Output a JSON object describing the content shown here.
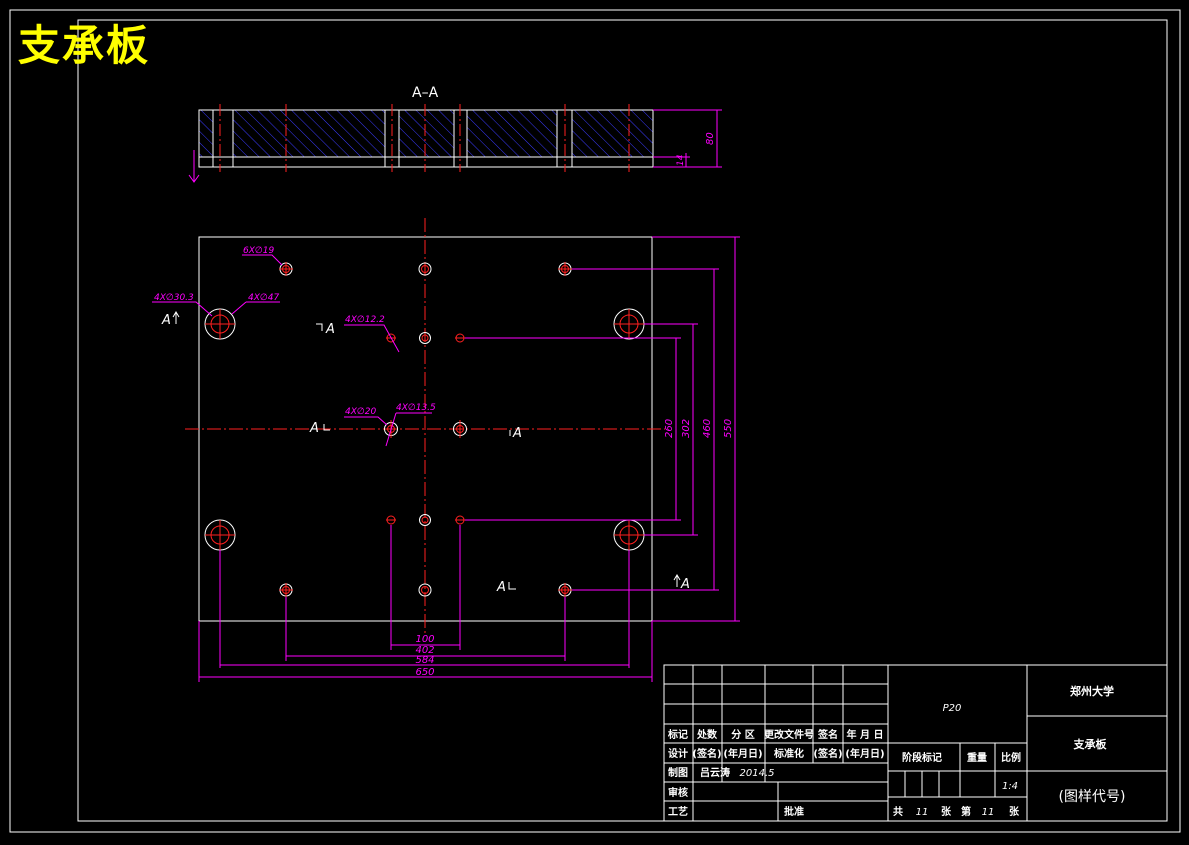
{
  "drawing": {
    "title": "支承板",
    "section_view_title": "A–A",
    "colors": {
      "background": "#000000",
      "outline": "#ffffff",
      "dimension": "#ff00ff",
      "centerline": "#ff2020",
      "hatch": "#3a3aff",
      "title_text": "#ffff00"
    }
  },
  "section_dims": [
    {
      "id": "sec-height",
      "text": "80"
    },
    {
      "id": "sec-step",
      "text": "14"
    }
  ],
  "hole_callouts": [
    {
      "id": "six-19",
      "text": "6X∅19"
    },
    {
      "id": "four-30-3",
      "text": "4X∅30.3"
    },
    {
      "id": "four-47",
      "text": "4X∅47"
    },
    {
      "id": "four-12-2",
      "text": "4X∅12.2"
    },
    {
      "id": "four-20",
      "text": "4X∅20"
    },
    {
      "id": "four-13-5",
      "text": "4X∅13.5"
    }
  ],
  "section_marks": [
    {
      "id": "upper-left",
      "text": "A"
    },
    {
      "id": "mid-upper",
      "text": "A"
    },
    {
      "id": "center-left",
      "text": "A"
    },
    {
      "id": "center-right",
      "text": "A"
    },
    {
      "id": "lower-center",
      "text": "A"
    },
    {
      "id": "lower-right",
      "text": "A"
    }
  ],
  "plan_dims": {
    "vertical": [
      {
        "id": "v260",
        "text": "260"
      },
      {
        "id": "v302",
        "text": "302"
      },
      {
        "id": "v460",
        "text": "460"
      },
      {
        "id": "v550",
        "text": "550"
      }
    ],
    "horizontal": [
      {
        "id": "h100",
        "text": "100"
      },
      {
        "id": "h402",
        "text": "402"
      },
      {
        "id": "h584",
        "text": "584"
      },
      {
        "id": "h650",
        "text": "650"
      }
    ]
  },
  "title_block": {
    "left_grid": {
      "header": [
        "标记",
        "处数",
        "分  区",
        "更改文件号",
        "签名",
        "年 月 日"
      ],
      "row_design": [
        "设计",
        "(签名)",
        "(年月日)",
        "标准化",
        "(签名)",
        "(年月日)"
      ],
      "row_draw": [
        "制图",
        "吕云涛",
        "2014.5"
      ],
      "review": "审核",
      "craft": "工艺",
      "approve": "批准"
    },
    "middle": {
      "material": "P20",
      "stage_mark": "阶段标记",
      "weight": "重量",
      "scale_label": "比例",
      "scale": "1:4",
      "sheets_total_label": "共",
      "sheets_total": "11",
      "sheets_unit": "张",
      "sheet_no_label": "第",
      "sheet_no": "11",
      "sheet_unit": "张"
    },
    "right": {
      "university": "郑州大学",
      "part_name": "支承板",
      "drawing_no": "(图样代号)"
    }
  }
}
